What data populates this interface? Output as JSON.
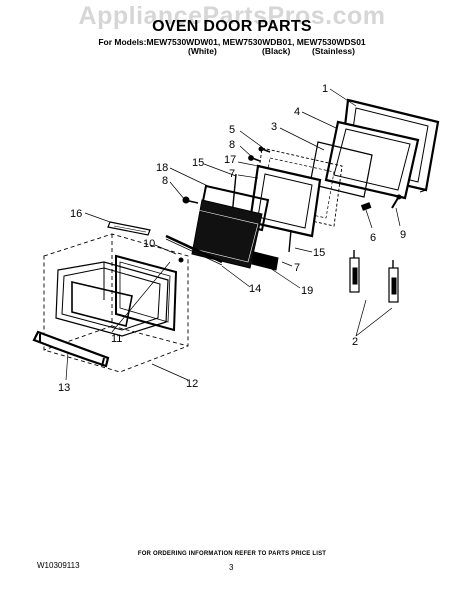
{
  "watermark": "AppliancePartsPros.com",
  "header": {
    "title": "OVEN DOOR PARTS",
    "models": "For Models:MEW7530WDW01, MEW7530WDB01, MEW7530WDS01",
    "variants": [
      "(White)",
      "(Black)",
      "(Stainless)"
    ]
  },
  "callouts": [
    "1",
    "4",
    "5",
    "3",
    "8",
    "17",
    "18",
    "15",
    "7",
    "8",
    "6",
    "9",
    "16",
    "10",
    "7",
    "15",
    "14",
    "19",
    "2",
    "11",
    "13",
    "12"
  ],
  "footer": {
    "note": "FOR ORDERING INFORMATION REFER TO PARTS PRICE LIST",
    "doc_number": "W10309113",
    "page_number": "3"
  },
  "colors": {
    "ink": "#000000",
    "watermark": "#d6d6d6",
    "background": "#ffffff"
  }
}
